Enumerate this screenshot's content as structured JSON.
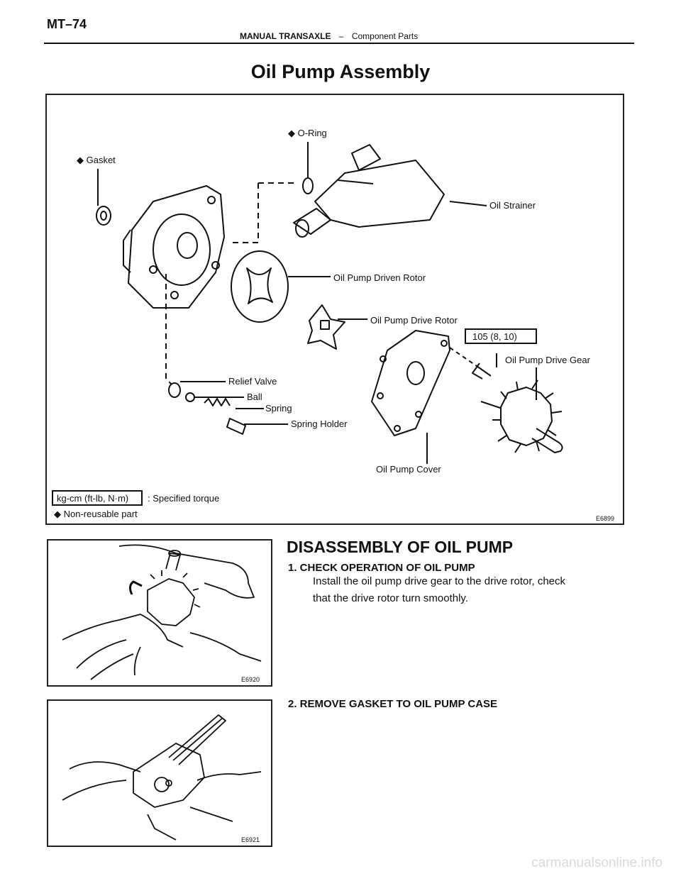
{
  "header": {
    "page_id": "MT–74",
    "section": "MANUAL TRANSAXLE",
    "separator": "–",
    "subsection": "Component Parts"
  },
  "title": "Oil Pump Assembly",
  "diagram": {
    "labels": {
      "o_ring": "◆ O-Ring",
      "gasket": "◆ Gasket",
      "oil_strainer": "Oil Strainer",
      "driven_rotor": "Oil Pump Driven Rotor",
      "drive_rotor": "Oil Pump Drive Rotor",
      "torque_value": "105 (8, 10)",
      "drive_gear": "Oil Pump Drive Gear",
      "relief_valve": "Relief Valve",
      "ball": "Ball",
      "spring": "Spring",
      "spring_holder": "Spring Holder",
      "pump_cover": "Oil Pump Cover"
    },
    "legend": {
      "torque_unit": "kg-cm (ft-lb, N·m)",
      "torque_text": ": Specified torque",
      "non_reusable": "◆ Non-reusable part"
    },
    "fig_code": "E6899"
  },
  "section": {
    "title": "DISASSEMBLY OF OIL PUMP",
    "steps": [
      {
        "heading": "1. CHECK OPERATION OF OIL PUMP",
        "body_line1": "Install the oil pump drive gear to the drive rotor, check",
        "body_line2": "that the drive rotor turn smoothly.",
        "fig_code": "E6920"
      },
      {
        "heading": "2. REMOVE GASKET TO OIL PUMP CASE",
        "fig_code": "E6921"
      }
    ]
  },
  "footer": {
    "watermark": "carmanualsonline.info"
  }
}
